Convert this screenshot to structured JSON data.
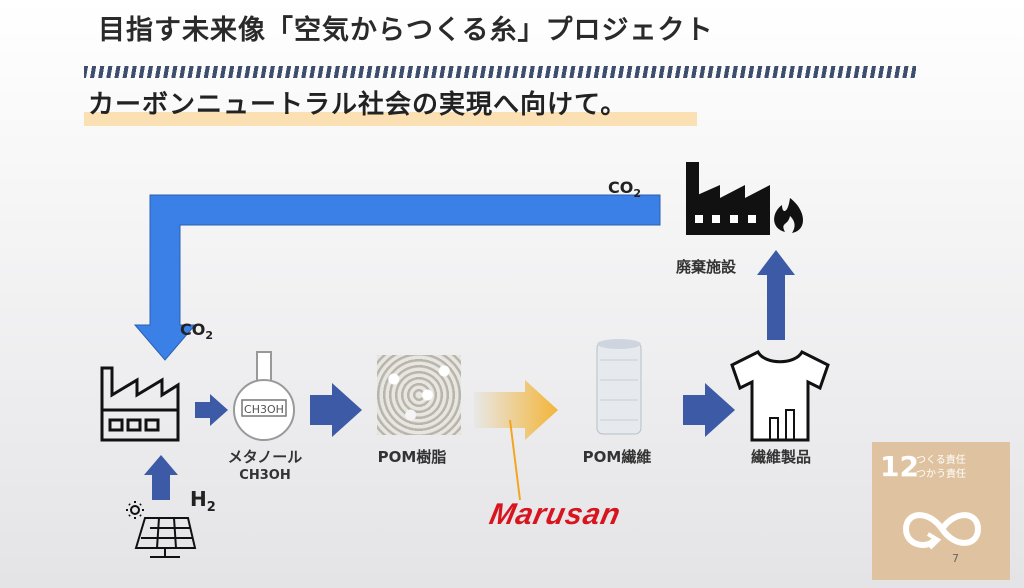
{
  "header": {
    "title": "目指す未来像「空気からつくる糸」プロジェクト",
    "subtitle": "カーボンニュートラル社会の実現へ向けて。"
  },
  "diagram": {
    "co2_top": "CO",
    "co2_left": "CO",
    "co2_sub": "2",
    "h2": "H",
    "h2_sub": "2",
    "waste": "廃棄施設",
    "methanol": "メタノール",
    "methanol_formula": "CH3OH",
    "flask_label": "CH3OH",
    "pom_resin": "POM樹脂",
    "pom_fiber": "POM繊維",
    "textile": "繊維製品",
    "brand": "Marusan"
  },
  "sdg": {
    "number": "12",
    "line1": "つくる責任",
    "line2": "つかう責任",
    "page": "7",
    "color": "#dfc3a0"
  },
  "colors": {
    "loop_arrow": "#3a80e6",
    "flow_arrow": "#3c5aa6",
    "marusan": "#d8141e"
  }
}
